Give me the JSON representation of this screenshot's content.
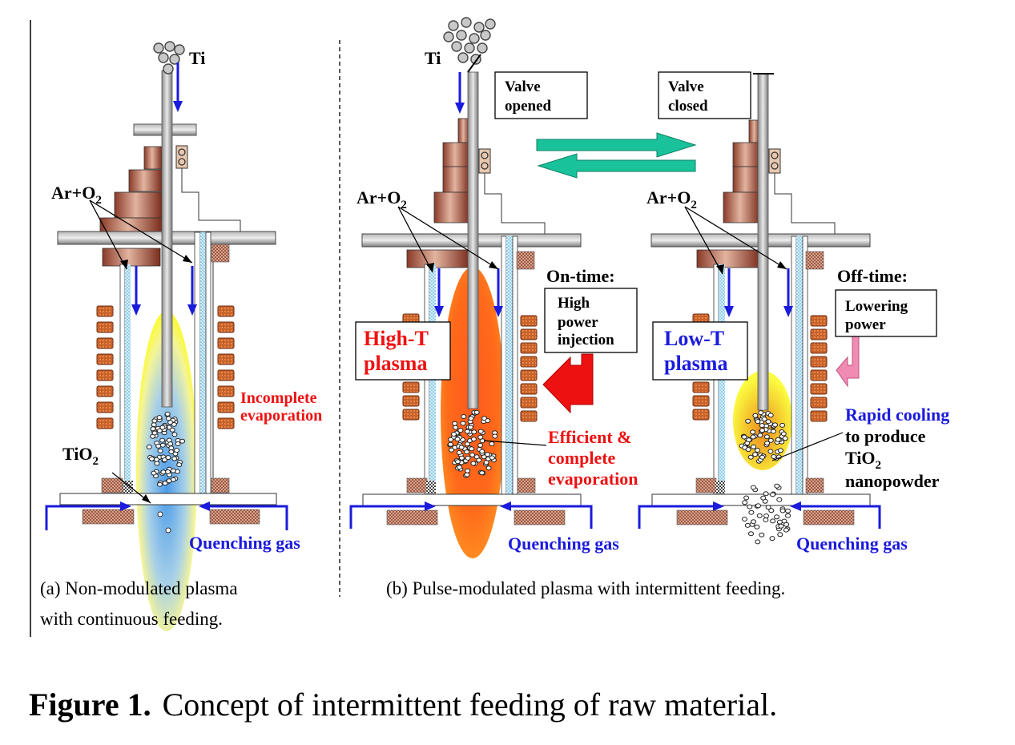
{
  "panel_a": {
    "ti": "Ti",
    "gas": "Ar+O",
    "gas_sub": "2",
    "tio2": "TiO",
    "tio2_sub": "2",
    "incomplete_1": "Incomplete",
    "incomplete_2": "evaporation",
    "quench": "Quenching gas",
    "caption_1": "(a) Non-modulated plasma",
    "caption_2": "with continuous feeding."
  },
  "panel_b": {
    "ti": "Ti",
    "valve_opened_1": "Valve",
    "valve_opened_2": "opened",
    "valve_closed_1": "Valve",
    "valve_closed_2": "closed",
    "gas_left": "Ar+O",
    "gas_left_sub": "2",
    "gas_right": "Ar+O",
    "gas_right_sub": "2",
    "on_time": "On-time:",
    "on_box_1": "High",
    "on_box_2": "power",
    "on_box_3": "injection",
    "off_time": "Off-time:",
    "off_box_1": "Lowering",
    "off_box_2": "power",
    "high_t_1": "High-T",
    "high_t_2": "plasma",
    "low_t_1": "Low-T",
    "low_t_2": "plasma",
    "efficient_1": "Efficient &",
    "efficient_2": "complete",
    "efficient_3": "evaporation",
    "rapid_1": "Rapid cooling",
    "rapid_2": "to produce",
    "rapid_3": "TiO",
    "rapid_3_sub": "2",
    "rapid_4": "nanopowder",
    "quench_left": "Quenching gas",
    "quench_right": "Quenching gas",
    "caption": "(b) Pulse-modulated plasma with intermittent feeding."
  },
  "figure_caption": {
    "label": "Figure 1.",
    "text": "Concept of intermittent feeding of raw material."
  },
  "colors": {
    "feed_arrow": "#1b1bdd",
    "label_red": "#ee1111",
    "label_blue": "#1b1bdd",
    "cycle_arrow": "#19c29a",
    "on_arrow": "#ee1111",
    "off_arrow": "#f08cb4"
  }
}
